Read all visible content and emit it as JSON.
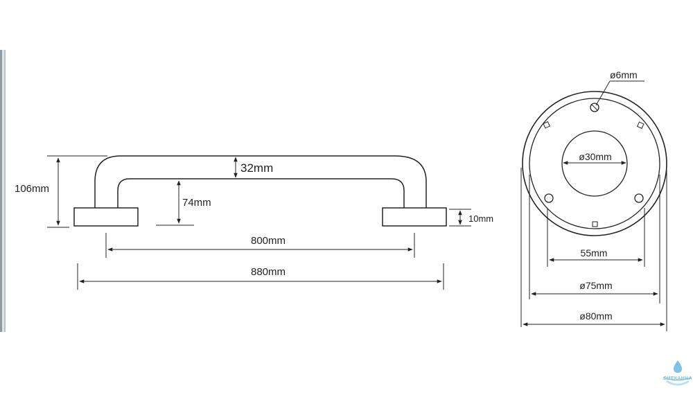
{
  "drawing": {
    "bar_view": {
      "height_total": "106mm",
      "tube_diameter": "32mm",
      "inner_height": "74mm",
      "flange_thickness": "10mm",
      "centers": "800mm",
      "overall_length": "880mm"
    },
    "flange_view": {
      "screw_hole": "ø6mm",
      "center_hole": "ø30mm",
      "hole_spacing": "55mm",
      "inner_diameter": "ø75mm",
      "outer_diameter": "ø80mm"
    }
  },
  "watermark": {
    "text": "СИЕКАННА",
    "color": "#5fb3e0"
  },
  "colors": {
    "line": "#222222",
    "rule": "#8f99a3"
  }
}
